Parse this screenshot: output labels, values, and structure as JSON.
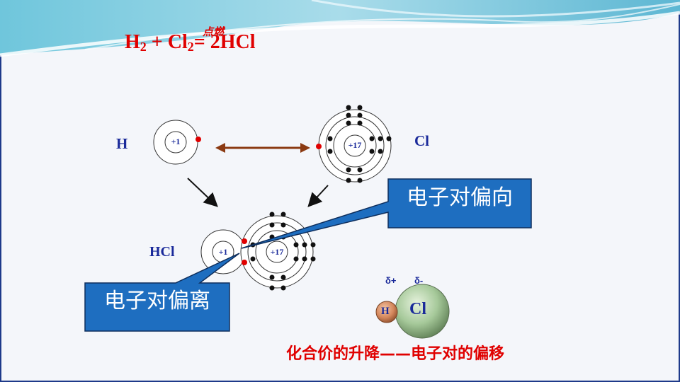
{
  "equation": {
    "h2": "H",
    "h2_sub": "2",
    "plus": " + ",
    "cl2": "Cl",
    "cl2_sub": "2",
    "equals": "=",
    "condition": "点燃",
    "product": " 2HCl"
  },
  "atoms": {
    "h_label": "H",
    "h_nucleus": "+1",
    "cl_label": "Cl",
    "cl_nucleus": "+17",
    "hcl_label": "HCl",
    "hcl_h_nucleus": "+1",
    "hcl_cl_nucleus": "+17"
  },
  "callouts": {
    "toward": "电子对偏向",
    "away": "电子对偏离"
  },
  "molecule": {
    "delta_plus": "δ+",
    "delta_minus": "δ-",
    "h": "H",
    "cl": "Cl"
  },
  "caption": "化合价的升降——电子对的偏移",
  "colors": {
    "text_blue": "#1a2a9a",
    "equation_red": "#e00000",
    "callout_fill": "#1e6ec0",
    "arrow_brown": "#8b3a12",
    "sphere_green": "#9fc58f",
    "sphere_orange": "#d7845a"
  }
}
